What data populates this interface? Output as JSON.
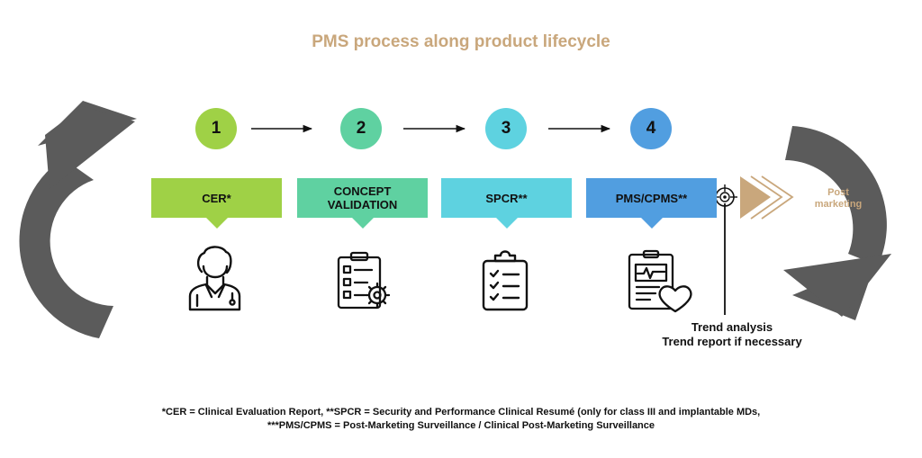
{
  "title": "PMS process along product lifecycle",
  "steps": [
    {
      "number": "1",
      "label": "CER*",
      "color": "#9fd146",
      "icon": "doctor-icon"
    },
    {
      "number": "2",
      "label": "CONCEPT\nVALIDATION",
      "color": "#5fd1a1",
      "icon": "checklist-gear-icon"
    },
    {
      "number": "3",
      "label": "SPCR**",
      "color": "#5ed2e0",
      "icon": "clipboard-checklist-icon"
    },
    {
      "number": "4",
      "label": "PMS/CPMS**",
      "color": "#519ee0",
      "icon": "medical-report-heart-icon"
    }
  ],
  "post_marketing": "Post\nmarketing",
  "trend": {
    "line1": "Trend analysis",
    "line2": "Trend report if necessary"
  },
  "footnote": {
    "line1": "*CER = Clinical Evaluation Report,  **SPCR = Security and Performance Clinical Resumé (only for class III and implantable MDs,",
    "line2": "***PMS/CPMS = Post-Marketing Surveillance / Clinical Post-Marketing Surveillance"
  },
  "colors": {
    "title": "#c9a77c",
    "cycle_arrows": "#5b5b5b",
    "chevrons": "#c9a77c"
  }
}
